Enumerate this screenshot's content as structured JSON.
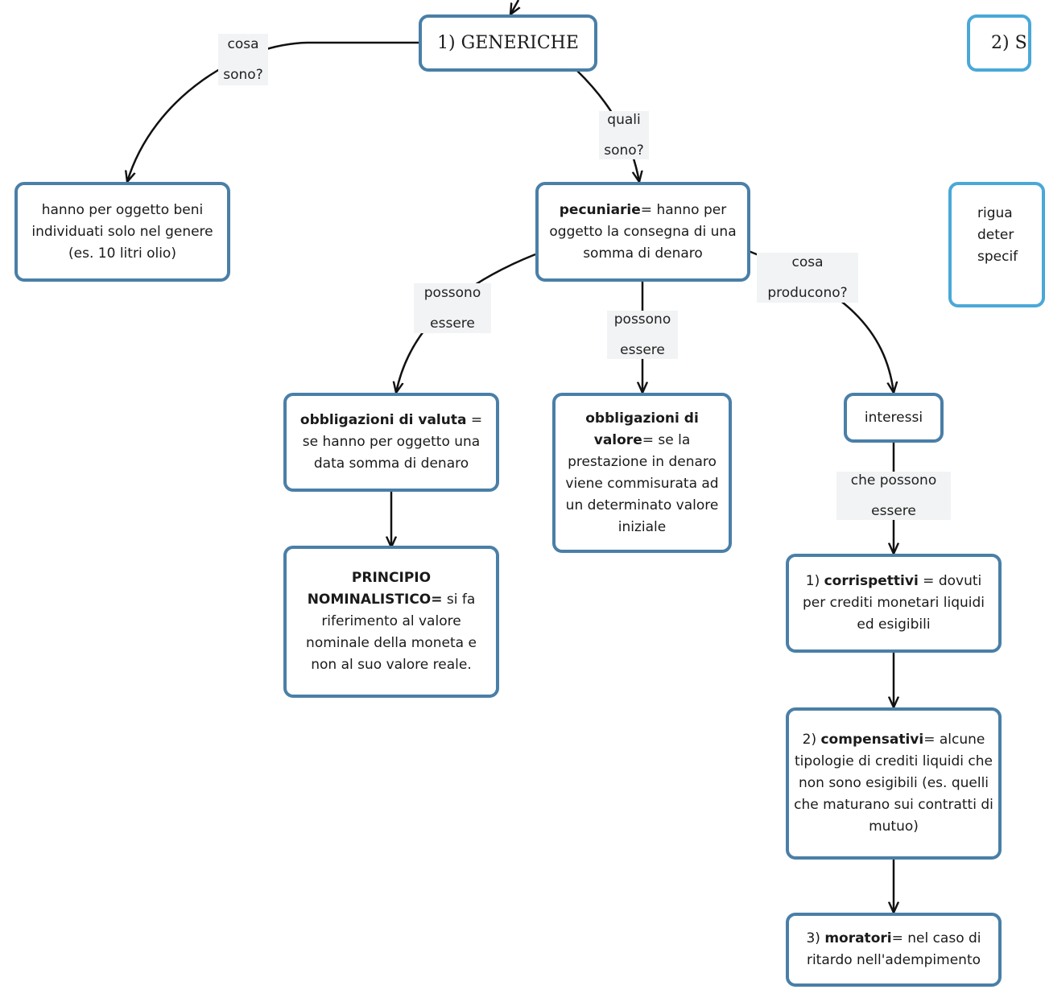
{
  "nodes": {
    "generiche": "1) GENERICHE",
    "specifiche_clipped": "2) S",
    "genere_desc": "hanno per oggetto beni individuati solo nel genere (es. 10 litri olio)",
    "pecuniarie": {
      "bold": "pecuniarie",
      "rest": "= hanno per oggetto la consegna di una somma di denaro"
    },
    "clipped_right": [
      "rigua",
      "deter",
      "specif"
    ],
    "valuta": {
      "bold": "obbligazioni di valuta",
      "rest": " = se hanno per oggetto una data somma di denaro"
    },
    "valore": {
      "bold": "obbligazioni di valore",
      "rest": "= se la prestazione in denaro viene commisurata ad un determinato valore iniziale"
    },
    "interessi": "interessi",
    "principio": {
      "bold": "PRINCIPIO NOMINALISTICO=",
      "rest": " si fa riferimento al valore nominale della moneta e non al suo valore reale."
    },
    "corrispettivi": {
      "prefix": "1) ",
      "bold": "corrispettivi",
      "rest": " = dovuti per crediti monetari liquidi ed esigibili"
    },
    "compensativi": {
      "prefix": "2) ",
      "bold": "compensativi",
      "rest": "= alcune tipologie di crediti liquidi che non sono esigibili (es. quelli che maturano sui contratti di mutuo)"
    },
    "moratori": {
      "prefix": "3) ",
      "bold": "moratori",
      "rest": "= nel caso di ritardo nell'adempimento"
    }
  },
  "labels": {
    "cosa_sono": [
      "cosa",
      "sono?"
    ],
    "quali_sono": [
      "quali",
      "sono?"
    ],
    "possono_essere_left": [
      "possono",
      "essere"
    ],
    "possono_essere_mid": [
      "possono",
      "essere"
    ],
    "cosa_producono": [
      "cosa",
      "producono?"
    ],
    "che_possono_essere": [
      "che possono",
      "essere"
    ]
  },
  "colors": {
    "node_border": "#4a7fa7",
    "node_border_bright": "#4aa8d8",
    "label_bg": "#f1f3f4",
    "edge": "#111111"
  }
}
